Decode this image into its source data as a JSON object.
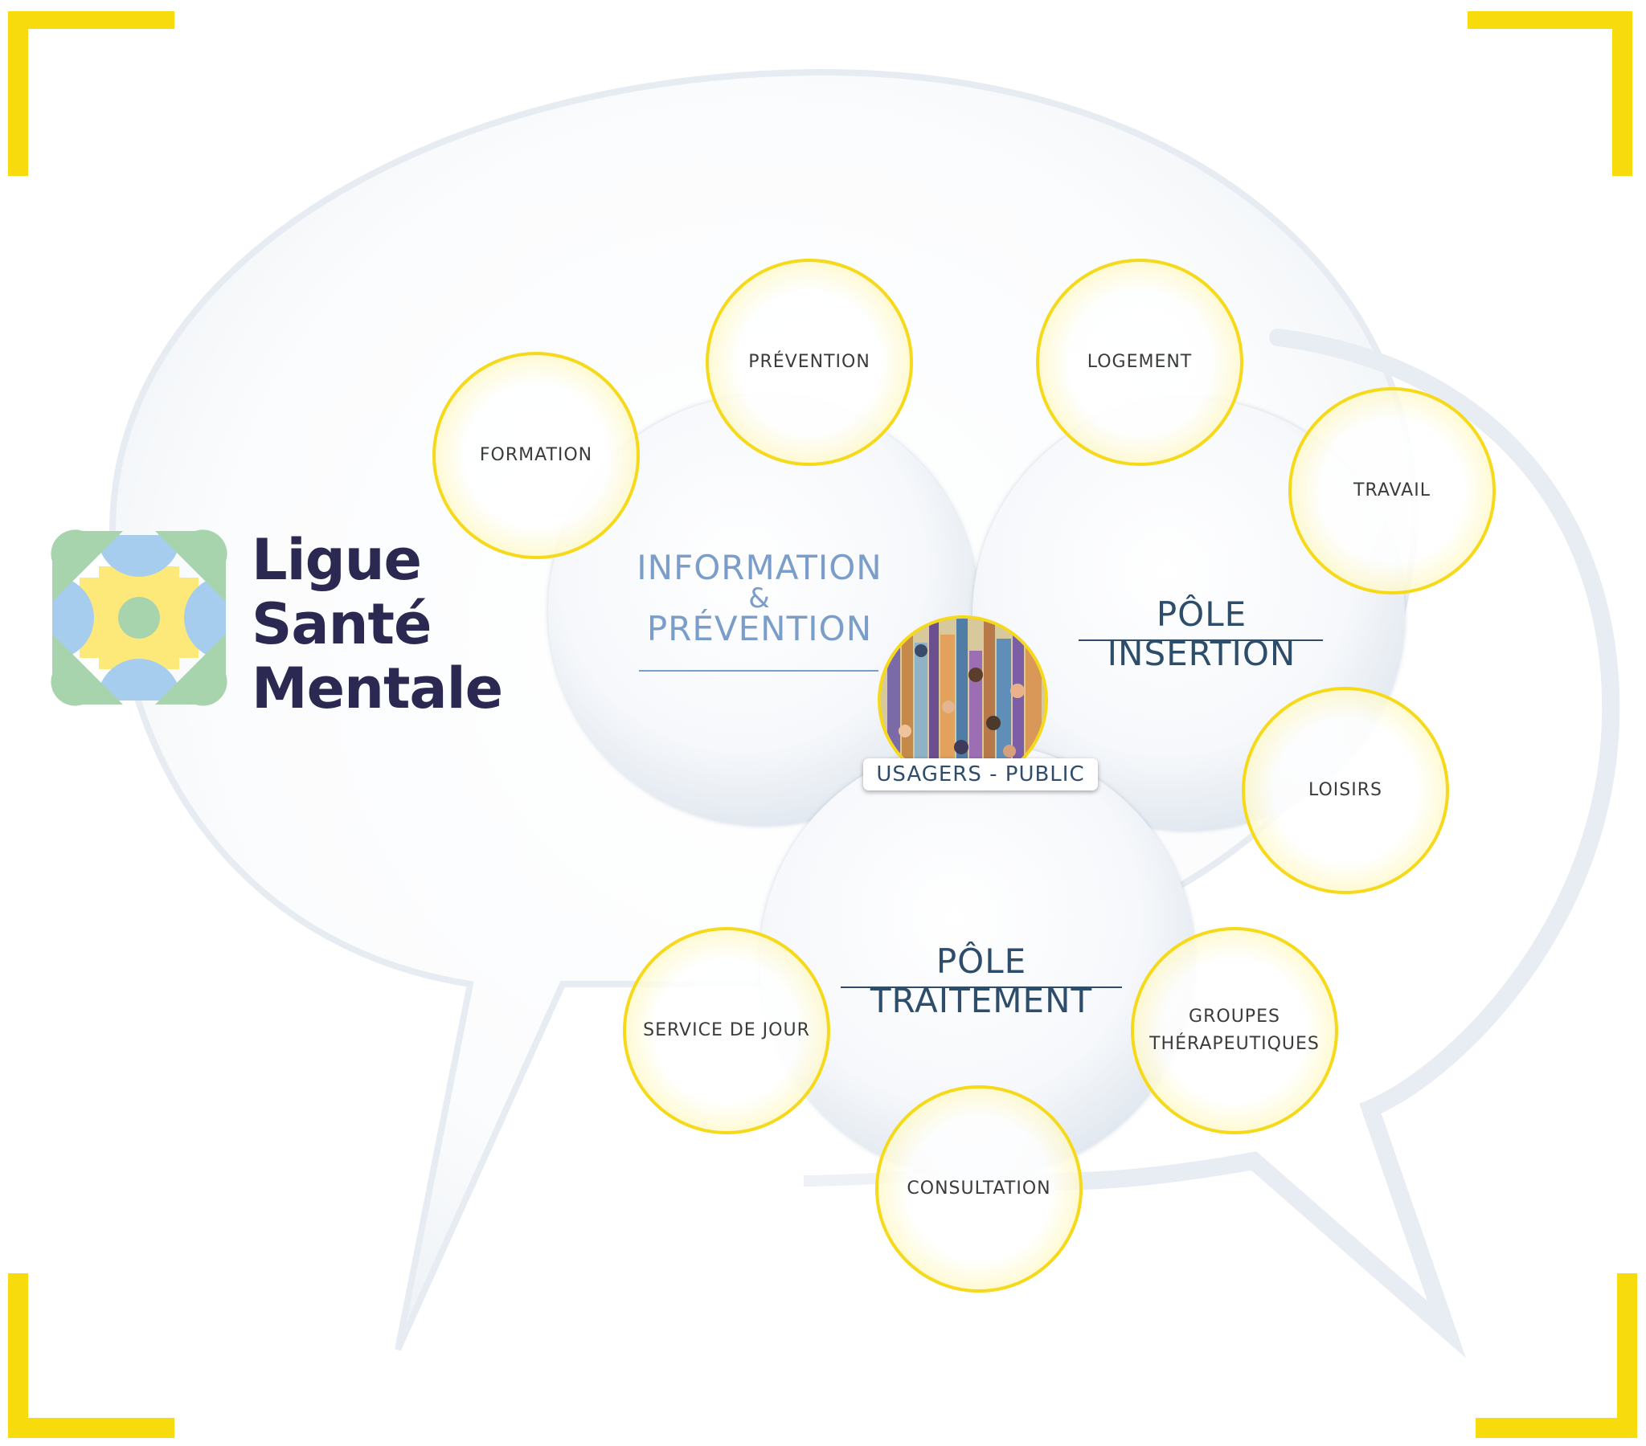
{
  "brand": {
    "line1": "Ligue",
    "line2": "Santé",
    "line3": "Mentale"
  },
  "poles": {
    "information": {
      "line1": "INFORMATION",
      "line2": "&",
      "line3": "PRÉVENTION"
    },
    "insertion": {
      "title": "PÔLE INSERTION"
    },
    "traitement": {
      "title": "PÔLE TRAITEMENT"
    }
  },
  "center": {
    "label": "USAGERS - PUBLIC"
  },
  "satellites": {
    "formation": "FORMATION",
    "prevention": "PRÉVENTION",
    "logement": "LOGEMENT",
    "travail": "TRAVAIL",
    "loisirs": "LOISIRS",
    "service_de_jour": "SERVICE DE JOUR",
    "groupes_line1": "GROUPES",
    "groupes_line2": "THÉRAPEUTIQUES",
    "consultation": "CONSULTATION"
  },
  "colors": {
    "brand_text": "#2b2851",
    "accent_yellow": "#f8db0c",
    "information_blue": "#7b9dc9",
    "pole_navy": "#2e4d6b",
    "logo_blue": "#a6cdee",
    "logo_green": "#a8d4ad",
    "logo_yellow": "#fde97a"
  }
}
